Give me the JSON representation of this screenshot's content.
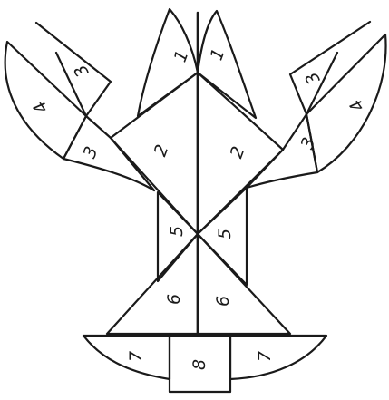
{
  "labels": {
    "horn_left": "1",
    "horn_right": "1",
    "wing_left": "2",
    "wing_right": "2",
    "shoulder_left": "3",
    "shoulder_right": "3",
    "claw_tip_left": "3",
    "claw_tip_right": "3",
    "claw_left": "4",
    "claw_right": "4",
    "neck_left": "5",
    "neck_right": "5",
    "body_left": "6",
    "body_right": "6",
    "fin_left": "7",
    "fin_right": "7",
    "center_block": "8"
  },
  "colors": {
    "ink": "#1a1a1a",
    "paper": "#ffffff"
  }
}
